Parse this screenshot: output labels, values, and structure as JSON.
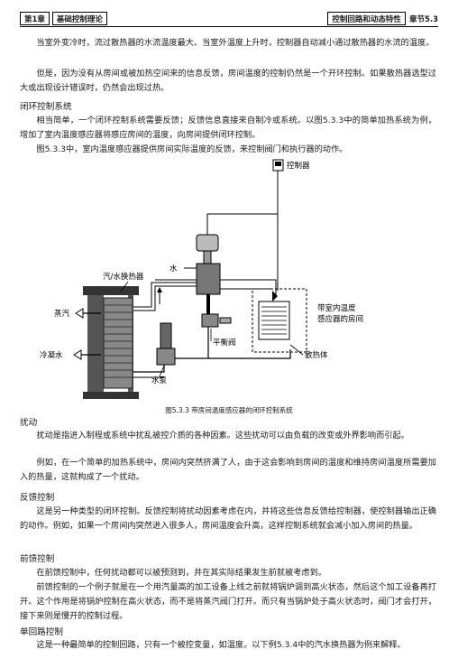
{
  "header": {
    "chapter_box": "第1章",
    "chapter_title": "基础控制理论",
    "section_box": "控制回路和动态特性",
    "section_num": "章节5.3"
  },
  "paragraphs": {
    "p1": "当室外变冷时，流过散热器的水流温度最大。当室外温度上升时，控制器自动减小通过散热器的水流的温度。",
    "p2": "但是，因为没有从房间或被加热空间来的信息反馈，房间温度的控制仍然是一个开环控制。如果散热器选型过大或出现设计错误时，仍然会出现过热。",
    "p3": "相当简单，一个闭环控制系统需要反馈；反馈信息直接来自制冷或系统。以图5.3.3中的简单加热系统为例，增加了室内温度感应器将感应房间的温度，向房间提供闭环控制。",
    "p4": "图5.3.3中，室内温度感应器提供房间实际温度的反馈，来控制阀门和执行器的动作。",
    "p5": "扰动是指进入制程或系统中扰乱被控介质的各种因素。这些扰动可以由负载的改变或外界影响而引起。",
    "p6": "例如，在一个简单的加热系统中，房间内突然挤满了人，由于这会影响到房间的温度和维持房间温度所需要加入的热量，这就构成了一个扰动。",
    "p7": "这是另一种类型的闭环控制。反馈控制将扰动因素考虑在内，并将这些信息反馈给控制器，使控制器输出正确的动作。例如，如果一个房间内突然进入很多人，房间温度会升高，这样控制系统就会减小加入房间的热量。",
    "p8": "在前馈控制中，任何扰动都可以被预测到，并在其实际结果发生前就被考虑到。",
    "p9": "前馈控制的一个例子就是在一个用汽量高的加工设备上线之前就将锅炉调到高火状态，然后这个加工设备再打开。这个作用是将锅炉控制在高火状态，而不是将蒸汽阀门打开。而只有当锅炉处于高火状态时，阀门才会打开，接下来则是慢开的控制过程。",
    "p10": "这是一种最简单的控制回路，只有一个被控变量，如温度。以下例5.3.4中的汽水换热器为例来解释。"
  },
  "headings": {
    "closed_loop": "闭环控制系统",
    "disturbance": "扰动",
    "feedback": "反馈控制",
    "feedforward": "前馈控制",
    "single_loop": "单回路控制"
  },
  "diagram": {
    "controller": "控制器",
    "water": "水",
    "heat_exchanger": "汽/水换热器",
    "steam": "蒸汽",
    "condensate": "冷凝水",
    "balance_valve": "平衡阀",
    "pump": "水泵",
    "room_sensor_line1": "带室内温度",
    "room_sensor_line2": "感应器的房间",
    "radiator": "散热体",
    "caption": "图5.3.3 带房间温度感应器的闭环控制系统"
  }
}
